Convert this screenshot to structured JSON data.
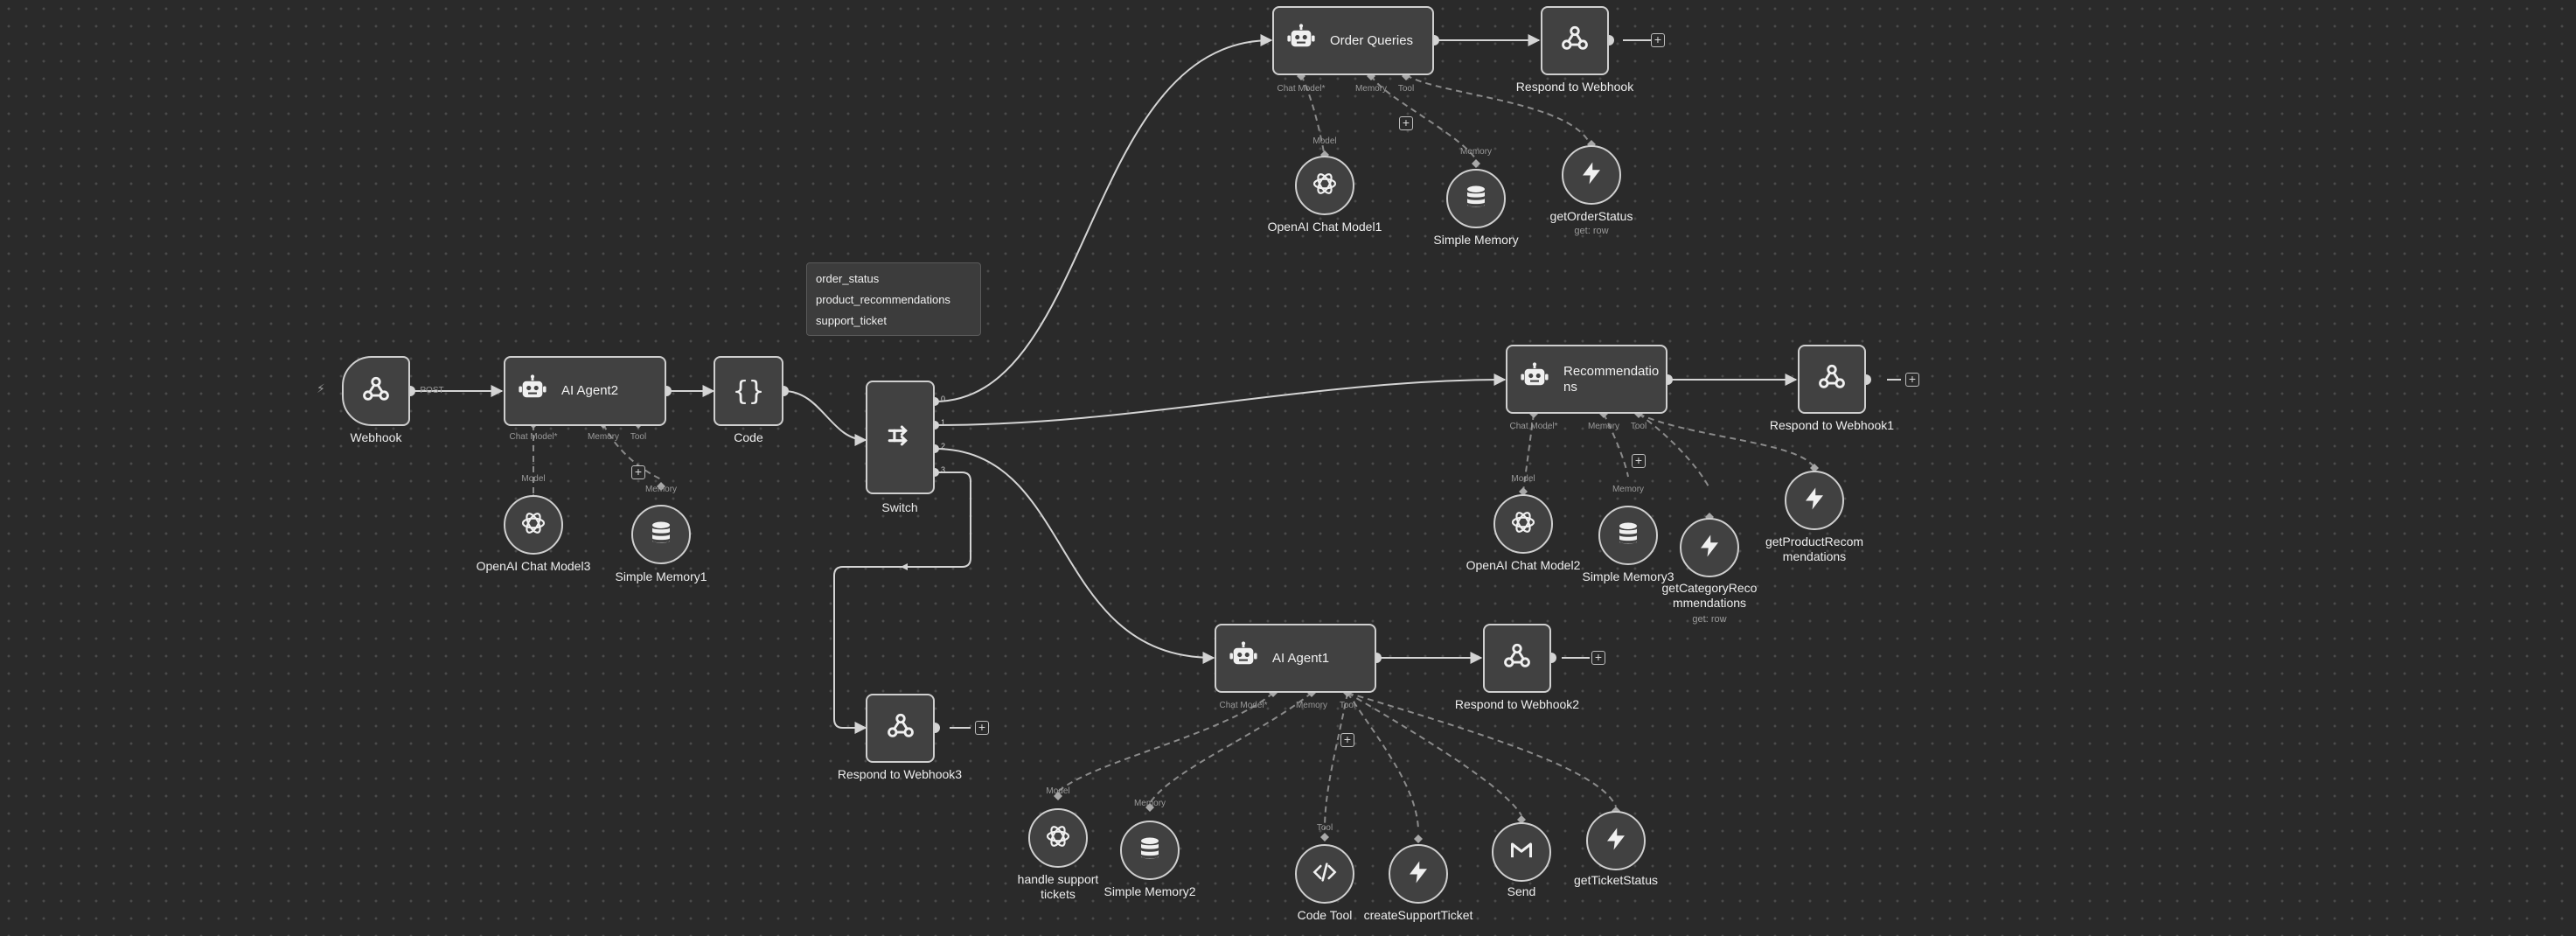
{
  "nodes": {
    "webhook": {
      "label": "Webhook",
      "method": "POST"
    },
    "ai_agent2": {
      "title": "AI Agent2"
    },
    "code": {
      "label": "Code"
    },
    "switch": {
      "label": "Switch",
      "outputs": [
        "0",
        "1",
        "2",
        "3"
      ]
    },
    "order_queries": {
      "title": "Order Queries"
    },
    "respond_to_webhook": {
      "label": "Respond to Webhook"
    },
    "recommendations": {
      "title": "Recommendations"
    },
    "respond_to_webhook1": {
      "label": "Respond to Webhook1"
    },
    "ai_agent1": {
      "title": "AI Agent1"
    },
    "respond_to_webhook2": {
      "label": "Respond to Webhook2"
    },
    "respond_to_webhook3": {
      "label": "Respond to Webhook3"
    },
    "openai_chat_model3": {
      "label": "OpenAI Chat Model3"
    },
    "simple_memory1": {
      "label": "Simple Memory1"
    },
    "openai_chat_model1": {
      "label": "OpenAI Chat Model1"
    },
    "simple_memory": {
      "label": "Simple Memory"
    },
    "get_order_status": {
      "label": "getOrderStatus",
      "sub": "get: row"
    },
    "openai_chat_model2": {
      "label": "OpenAI Chat Model2"
    },
    "simple_memory3": {
      "label": "Simple Memory3"
    },
    "get_category_recommendations": {
      "label": "getCategoryRecommendations",
      "sub": "get: row"
    },
    "get_product_recommendations": {
      "label": "getProductRecommendations"
    },
    "handle_support_tickets": {
      "label": "handle support tickets"
    },
    "simple_memory2": {
      "label": "Simple Memory2"
    },
    "code_tool": {
      "label": "Code Tool"
    },
    "create_support_ticket": {
      "label": "createSupportTicket"
    },
    "send": {
      "label": "Send"
    },
    "get_ticket_status": {
      "label": "getTicketStatus"
    }
  },
  "switch_rules": [
    "order_status",
    "product_recommendations",
    "support_ticket"
  ],
  "port_labels": {
    "chat_model": "Chat Model*",
    "memory": "Memory",
    "tool": "Tool",
    "model": "Model"
  },
  "colors": {
    "canvas": "#2a2a2a",
    "node_fill": "#414141",
    "node_border": "#cfcfcf",
    "edge": "#d4d4d4",
    "dashed_edge": "#8a8a8a"
  }
}
